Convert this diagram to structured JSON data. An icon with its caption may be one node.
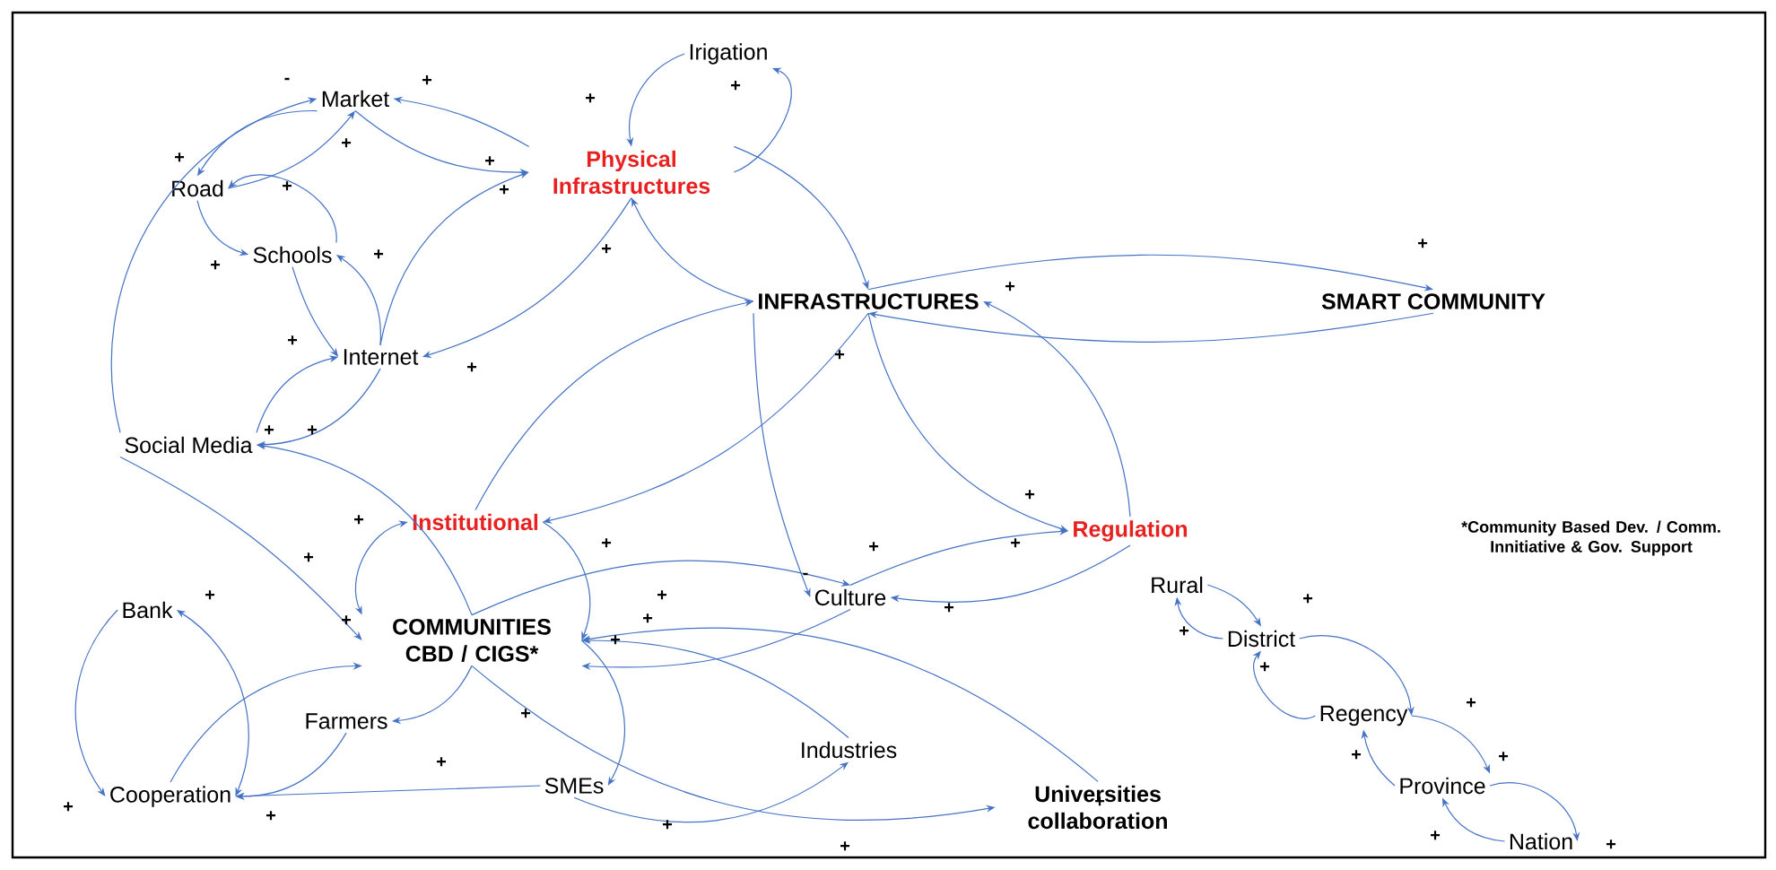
{
  "diagram": {
    "nodes": [
      {
        "text": [
          "Irigation"
        ]
      },
      {
        "text": [
          "Market"
        ]
      },
      {
        "text": [
          "Physical Infrastructures"
        ]
      },
      {
        "text": [
          "Road"
        ]
      },
      {
        "text": [
          "Schools"
        ]
      },
      {
        "text": [
          "INFRASTRUCTURES"
        ]
      },
      {
        "text": [
          "SMART COMMUNITY"
        ]
      },
      {
        "text": [
          "Internet"
        ]
      },
      {
        "text": [
          "Social Media"
        ]
      },
      {
        "text": [
          "Institutional"
        ]
      },
      {
        "text": [
          "Regulation"
        ]
      },
      {
        "text": [
          "Bank"
        ]
      },
      {
        "text": [
          "COMMUNITIES CBD / CIGS*"
        ]
      },
      {
        "text": [
          "Culture"
        ]
      },
      {
        "text": [
          "Rural"
        ]
      },
      {
        "text": [
          "District"
        ]
      },
      {
        "text": [
          "Farmers"
        ]
      },
      {
        "text": [
          "Regency"
        ]
      },
      {
        "text": [
          "Industries"
        ]
      },
      {
        "text": [
          "Cooperation"
        ]
      },
      {
        "text": [
          "SMEs"
        ]
      },
      {
        "text": [
          "Universities collaboration"
        ]
      },
      {
        "text": [
          "Province"
        ]
      },
      {
        "text": [
          "Nation"
        ]
      }
    ],
    "edges": [
      {
        "from": 0,
        "to": 2,
        "arrow": "to"
      },
      {
        "from": 2,
        "to": 0,
        "arrow": "to"
      },
      {
        "from": 2,
        "to": 1,
        "arrow": "to"
      },
      {
        "from": 1,
        "to": 2,
        "arrow": "to"
      },
      {
        "from": 1,
        "to": 3,
        "arrow": "to"
      },
      {
        "from": 8,
        "to": 1,
        "arrow": "to"
      },
      {
        "from": 3,
        "to": 1,
        "arrow": "to"
      },
      {
        "from": 4,
        "to": 3,
        "arrow": "to"
      },
      {
        "from": 3,
        "to": 4,
        "arrow": "to"
      },
      {
        "from": 7,
        "to": 4,
        "arrow": "to"
      },
      {
        "from": 7,
        "to": 2,
        "arrow": "to"
      },
      {
        "from": 4,
        "to": 7,
        "arrow": "to"
      },
      {
        "from": 8,
        "to": 7,
        "arrow": "to"
      },
      {
        "from": 7,
        "to": 8,
        "arrow": "to"
      },
      {
        "from": 5,
        "to": 2,
        "arrow": "to"
      },
      {
        "from": 2,
        "to": 7,
        "arrow": "to"
      },
      {
        "from": 2,
        "to": 5,
        "arrow": "to"
      },
      {
        "from": 5,
        "to": 6,
        "arrow": "to"
      },
      {
        "from": 6,
        "to": 5,
        "arrow": "to"
      },
      {
        "from": 5,
        "to": 10,
        "arrow": "to"
      },
      {
        "from": 10,
        "to": 5,
        "arrow": "to"
      },
      {
        "from": 5,
        "to": 13,
        "arrow": "to"
      },
      {
        "from": 5,
        "to": 9,
        "arrow": "to"
      },
      {
        "from": 9,
        "to": 5,
        "arrow": "to"
      },
      {
        "from": 12,
        "to": 8,
        "arrow": "to"
      },
      {
        "from": 8,
        "to": 12,
        "arrow": "to"
      },
      {
        "from": 9,
        "to": 12,
        "arrow": "both"
      },
      {
        "from": 9,
        "to": 12,
        "arrow": "to"
      },
      {
        "from": 12,
        "to": 13,
        "arrow": "to"
      },
      {
        "from": 13,
        "to": 10,
        "arrow": "to"
      },
      {
        "from": 10,
        "to": 13,
        "arrow": "to"
      },
      {
        "from": 13,
        "to": 12,
        "arrow": "to"
      },
      {
        "from": 18,
        "to": 12,
        "arrow": "to"
      },
      {
        "from": 21,
        "to": 12,
        "arrow": "to"
      },
      {
        "from": 12,
        "to": 16,
        "arrow": "to"
      },
      {
        "from": 12,
        "to": 20,
        "arrow": "to"
      },
      {
        "from": 12,
        "to": 21,
        "arrow": "to"
      },
      {
        "from": 20,
        "to": 18,
        "arrow": "to"
      },
      {
        "from": 20,
        "to": 19,
        "arrow": "to"
      },
      {
        "from": 16,
        "to": 19,
        "arrow": "to"
      },
      {
        "from": 19,
        "to": 12,
        "arrow": "to"
      },
      {
        "from": 11,
        "to": 19,
        "arrow": "both"
      },
      {
        "from": 11,
        "to": 19,
        "arrow": "to"
      },
      {
        "from": 14,
        "to": 15,
        "arrow": "to"
      },
      {
        "from": 15,
        "to": 14,
        "arrow": "to"
      },
      {
        "from": 15,
        "to": 17,
        "arrow": "to"
      },
      {
        "from": 17,
        "to": 15,
        "arrow": "to"
      },
      {
        "from": 17,
        "to": 22,
        "arrow": "to"
      },
      {
        "from": 22,
        "to": 17,
        "arrow": "to"
      },
      {
        "from": 22,
        "to": 23,
        "arrow": "to"
      },
      {
        "from": 23,
        "to": 22,
        "arrow": "to"
      }
    ],
    "labels": [
      "-",
      "+",
      "+",
      "+",
      "+",
      "+",
      "+",
      "+",
      "+",
      "+",
      "+",
      "+",
      "+",
      "+",
      "+",
      "+",
      "+",
      "+",
      "+",
      "+",
      "*Community Based Dev. / Comm. Innitiative & Gov. Support",
      "+",
      "+",
      "+",
      "+",
      "+",
      "+",
      "-",
      "+",
      "+",
      "+",
      "+",
      "+",
      "+",
      "+",
      "+",
      "+",
      "+",
      "+",
      "+",
      "+",
      "+",
      "+",
      "+",
      "+",
      "+",
      "+",
      "+"
    ]
  }
}
